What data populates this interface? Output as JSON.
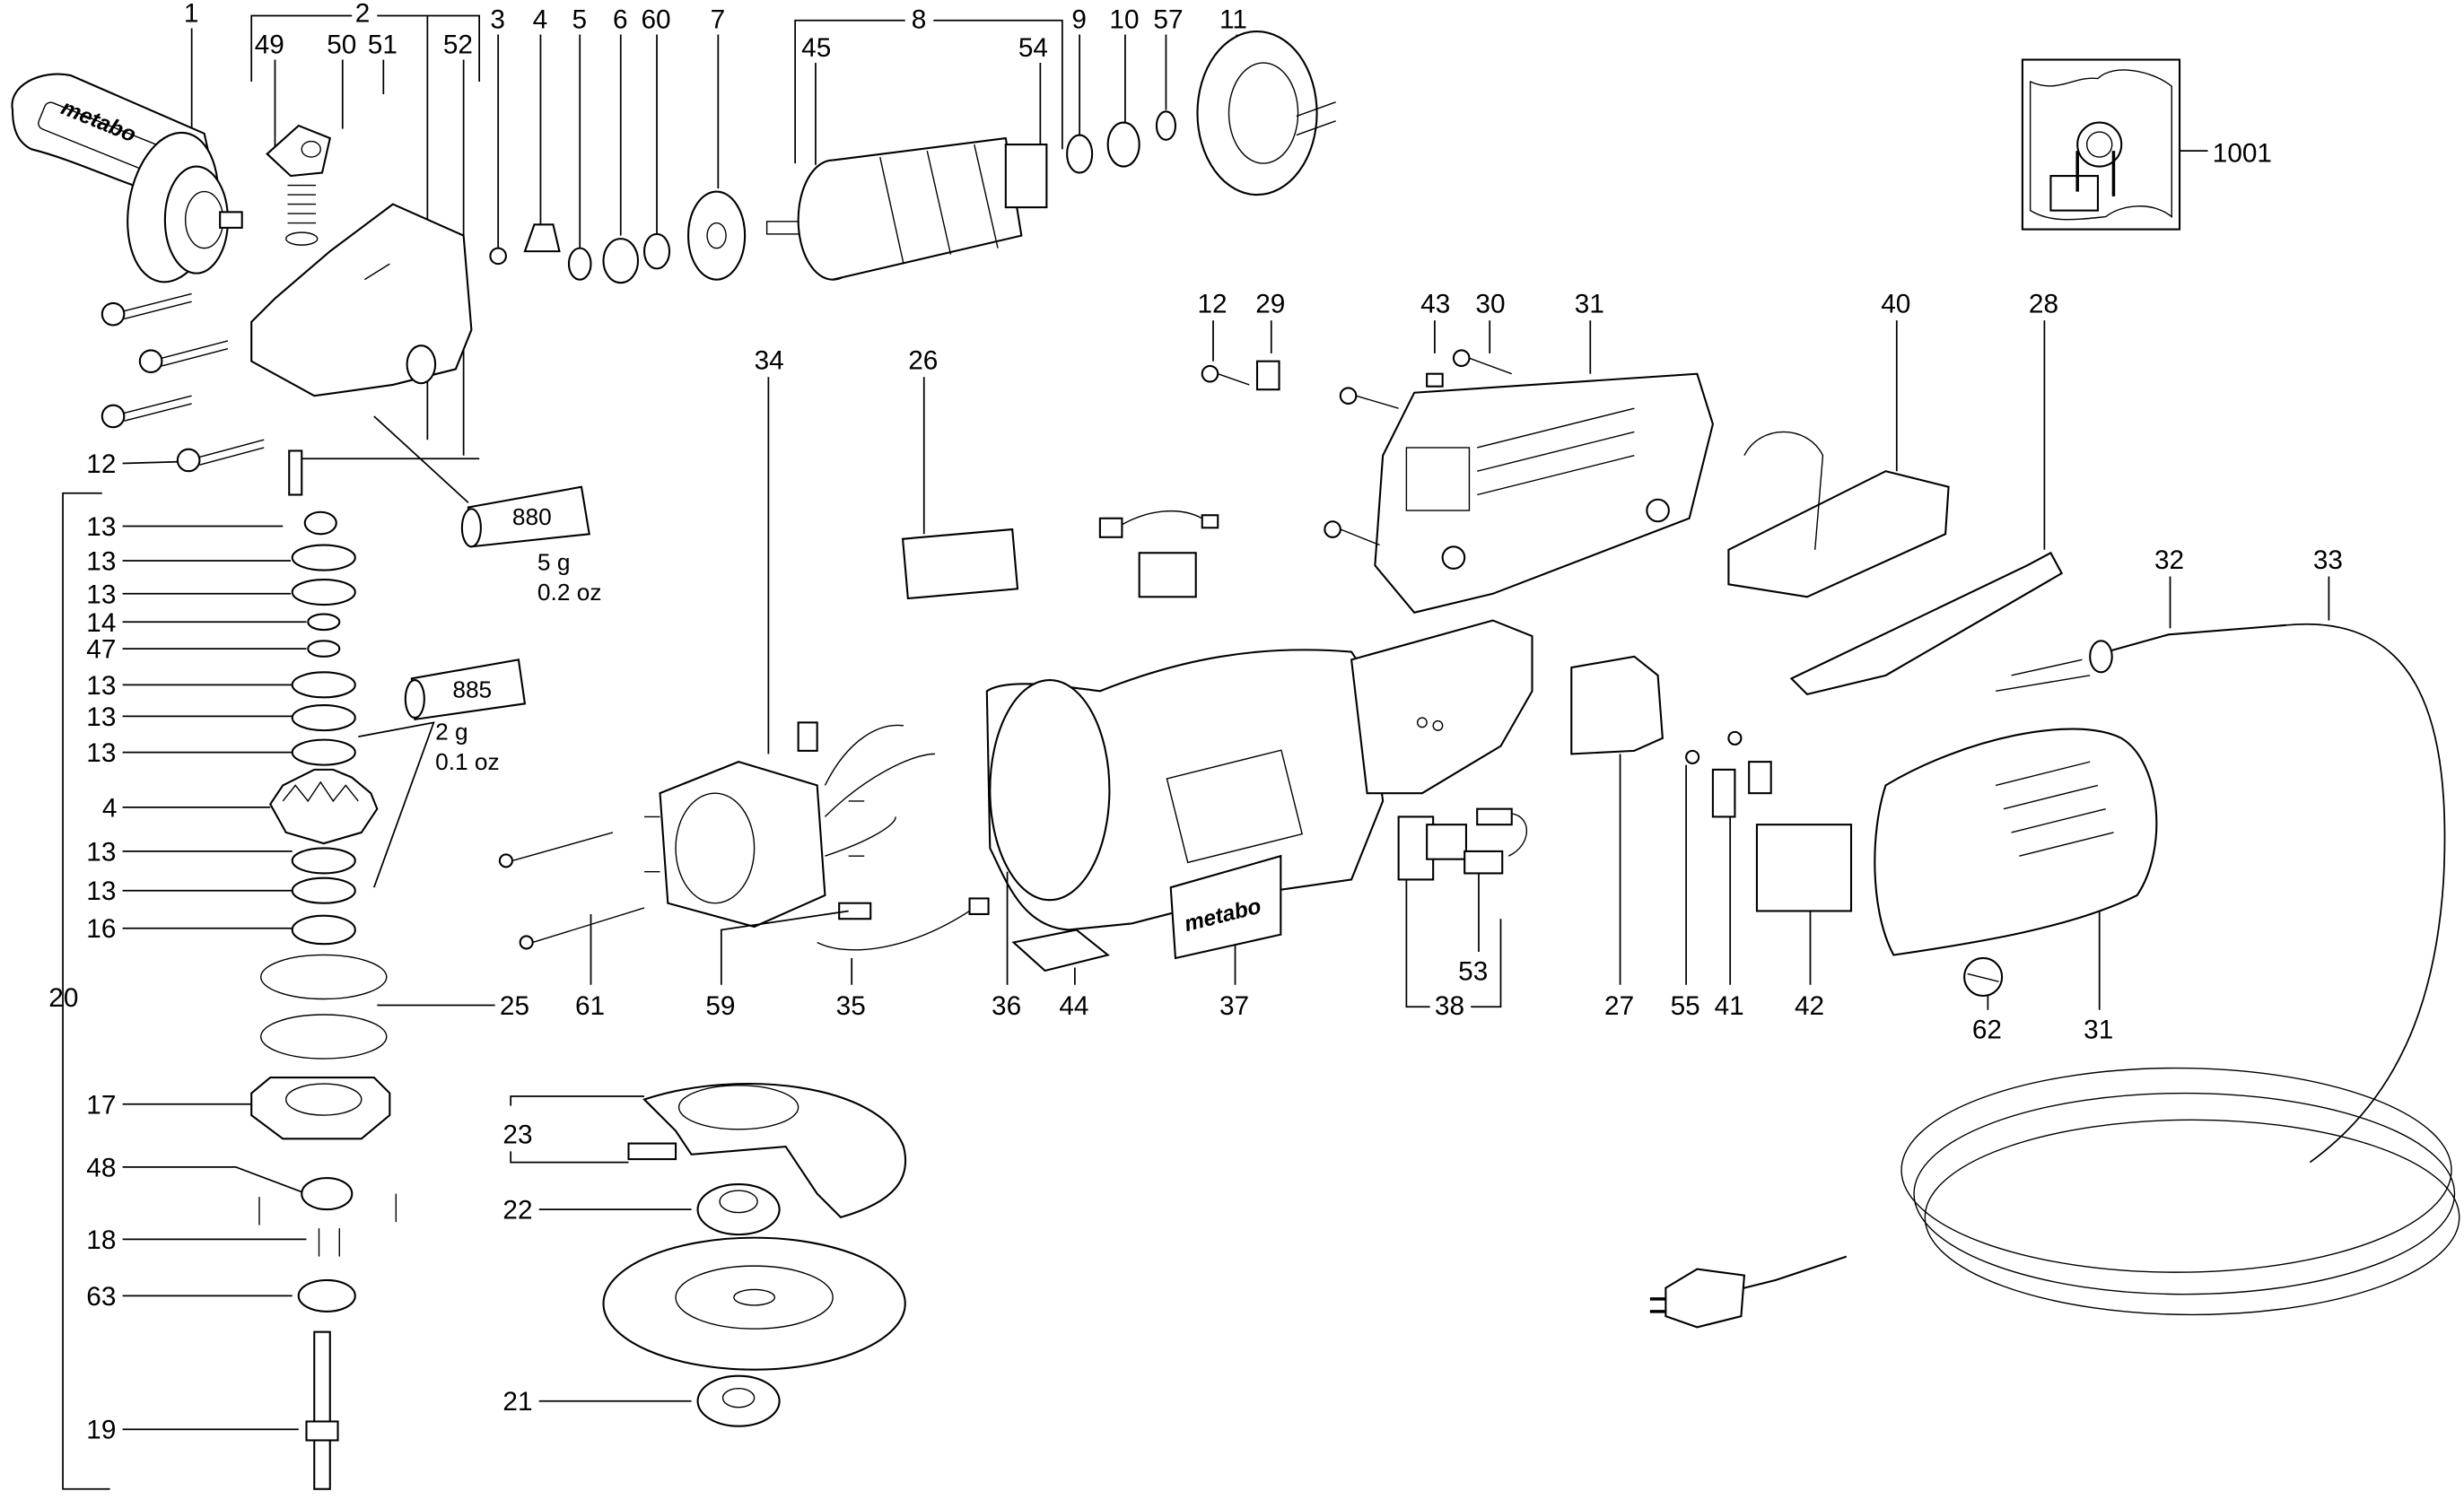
{
  "diagram": {
    "title": "Angle grinder exploded parts view",
    "brand_labels": {
      "handle": "metabo",
      "nameplate": "metabo"
    },
    "grease_tubes": [
      {
        "code": "880",
        "weight_g": "5 g",
        "weight_oz": "0.2 oz"
      },
      {
        "code": "885",
        "weight_g": "2 g",
        "weight_oz": "0.1 oz"
      }
    ],
    "callouts": {
      "top_row": [
        "1",
        "2",
        "49",
        "50",
        "51",
        "52",
        "3",
        "4",
        "5",
        "6",
        "60",
        "7",
        "8",
        "45",
        "54",
        "9",
        "10",
        "57",
        "11"
      ],
      "inset": "1001",
      "mid_row": [
        "12",
        "29",
        "43",
        "30",
        "31",
        "40",
        "28",
        "34",
        "26",
        "32",
        "33"
      ],
      "left_column": [
        "12",
        "13",
        "13",
        "13",
        "14",
        "47",
        "13",
        "13",
        "13",
        "4",
        "13",
        "13",
        "16",
        "25",
        "17",
        "48",
        "18",
        "63",
        "19",
        "20"
      ],
      "guard_group": [
        "23",
        "22",
        "21"
      ],
      "bottom_row": [
        "61",
        "59",
        "35",
        "36",
        "44",
        "37",
        "38",
        "53",
        "27",
        "55",
        "41",
        "42",
        "62",
        "31"
      ]
    }
  }
}
